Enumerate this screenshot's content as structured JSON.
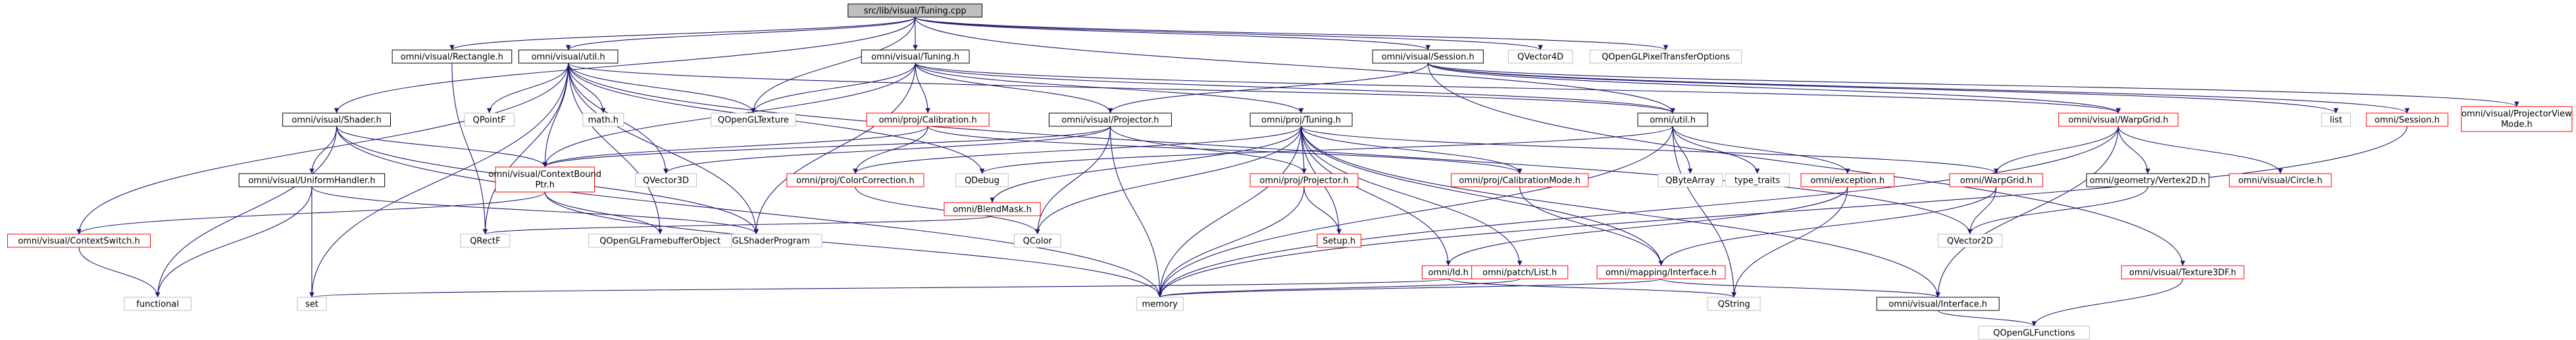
{
  "colors": {
    "root_fill": "#bfbfbf",
    "node_fill": "#ffffff",
    "node_border": "#000000",
    "missing_border": "#ff0000",
    "leaf_border": "#bfbfbf",
    "leaf_text": "#000000",
    "edge": "#191970"
  },
  "nodes": [
    {
      "id": "tuning_cpp",
      "label": "src/lib/visual/Tuning.cpp",
      "kind": "root"
    },
    {
      "id": "rect_h",
      "label": "omni/visual/Rectangle.h",
      "kind": "doc"
    },
    {
      "id": "vutil_h",
      "label": "omni/visual/util.h",
      "kind": "doc"
    },
    {
      "id": "vtuning_h",
      "label": "omni/visual/Tuning.h",
      "kind": "doc"
    },
    {
      "id": "vsession_h",
      "label": "omni/visual/Session.h",
      "kind": "doc"
    },
    {
      "id": "qvector4d",
      "label": "QVector4D",
      "kind": "leaf"
    },
    {
      "id": "qglpto",
      "label": "QOpenGLPixelTransferOptions",
      "kind": "leaf"
    },
    {
      "id": "shader_h",
      "label": "omni/visual/Shader.h",
      "kind": "doc"
    },
    {
      "id": "qpointf",
      "label": "QPointF",
      "kind": "leaf"
    },
    {
      "id": "math_h",
      "label": "math.h",
      "kind": "leaf"
    },
    {
      "id": "qgltexture",
      "label": "QOpenGLTexture",
      "kind": "leaf"
    },
    {
      "id": "calib_h",
      "label": "omni/proj/Calibration.h",
      "kind": "missing"
    },
    {
      "id": "vproj_h",
      "label": "omni/visual/Projector.h",
      "kind": "doc"
    },
    {
      "id": "ptuning_h",
      "label": "omni/proj/Tuning.h",
      "kind": "doc"
    },
    {
      "id": "util_h",
      "label": "omni/util.h",
      "kind": "doc"
    },
    {
      "id": "warpgrid_vh",
      "label": "omni/visual/WarpGrid.h",
      "kind": "missing"
    },
    {
      "id": "list",
      "label": "list",
      "kind": "leaf"
    },
    {
      "id": "session_h",
      "label": "omni/Session.h",
      "kind": "missing"
    },
    {
      "id": "pvm_h",
      "label": "omni/visual/ProjectorView Mode.h",
      "kind": "missing"
    },
    {
      "id": "uniform_h",
      "label": "omni/visual/UniformHandler.h",
      "kind": "doc"
    },
    {
      "id": "cbptr_h",
      "label": "omni/visual/ContextBound Ptr.h",
      "kind": "missing"
    },
    {
      "id": "qvector3d",
      "label": "QVector3D",
      "kind": "leaf"
    },
    {
      "id": "colorcorr_h",
      "label": "omni/proj/ColorCorrection.h",
      "kind": "missing"
    },
    {
      "id": "qdebug",
      "label": "QDebug",
      "kind": "leaf"
    },
    {
      "id": "blendmask_h",
      "label": "omni/BlendMask.h",
      "kind": "missing"
    },
    {
      "id": "projector_h",
      "label": "omni/proj/Projector.h",
      "kind": "missing"
    },
    {
      "id": "calibmode_h",
      "label": "omni/proj/CalibrationMode.h",
      "kind": "missing"
    },
    {
      "id": "qbytearray",
      "label": "QByteArray",
      "kind": "leaf"
    },
    {
      "id": "type_traits",
      "label": "type_traits",
      "kind": "leaf"
    },
    {
      "id": "exception_h",
      "label": "omni/exception.h",
      "kind": "missing"
    },
    {
      "id": "warpgrid_h",
      "label": "omni/WarpGrid.h",
      "kind": "missing"
    },
    {
      "id": "vertex2d_h",
      "label": "omni/geometry/Vertex2D.h",
      "kind": "doc"
    },
    {
      "id": "circle_h",
      "label": "omni/visual/Circle.h",
      "kind": "missing"
    },
    {
      "id": "ctxswitch_h",
      "label": "omni/visual/ContextSwitch.h",
      "kind": "missing"
    },
    {
      "id": "qglshaderprog",
      "label": "QOpenGLShaderProgram",
      "kind": "leaf"
    },
    {
      "id": "qrectf",
      "label": "QRectF",
      "kind": "leaf"
    },
    {
      "id": "qglfbo",
      "label": "QOpenGLFramebufferObject",
      "kind": "leaf"
    },
    {
      "id": "qcolor",
      "label": "QColor",
      "kind": "leaf"
    },
    {
      "id": "setup_h",
      "label": "Setup.h",
      "kind": "missing"
    },
    {
      "id": "id_h",
      "label": "omni/Id.h",
      "kind": "missing"
    },
    {
      "id": "patchlist_h",
      "label": "omni/patch/List.h",
      "kind": "missing"
    },
    {
      "id": "mapiface_h",
      "label": "omni/mapping/Interface.h",
      "kind": "missing"
    },
    {
      "id": "qvector2d",
      "label": "QVector2D",
      "kind": "leaf"
    },
    {
      "id": "texture3df_h",
      "label": "omni/visual/Texture3DF.h",
      "kind": "missing"
    },
    {
      "id": "functional",
      "label": "functional",
      "kind": "leaf"
    },
    {
      "id": "set",
      "label": "set",
      "kind": "leaf"
    },
    {
      "id": "memory",
      "label": "memory",
      "kind": "leaf"
    },
    {
      "id": "qstring",
      "label": "QString",
      "kind": "leaf"
    },
    {
      "id": "iface_h",
      "label": "omni/visual/Interface.h",
      "kind": "doc"
    },
    {
      "id": "qglfunctions",
      "label": "QOpenGLFunctions",
      "kind": "leaf"
    }
  ],
  "edges": [
    [
      "tuning_cpp",
      "rect_h"
    ],
    [
      "tuning_cpp",
      "vutil_h"
    ],
    [
      "tuning_cpp",
      "vtuning_h"
    ],
    [
      "tuning_cpp",
      "vsession_h"
    ],
    [
      "tuning_cpp",
      "qvector4d"
    ],
    [
      "tuning_cpp",
      "qglpto"
    ],
    [
      "tuning_cpp",
      "shader_h"
    ],
    [
      "tuning_cpp",
      "qgltexture"
    ],
    [
      "tuning_cpp",
      "util_h"
    ],
    [
      "rect_h",
      "qrectf"
    ],
    [
      "vutil_h",
      "qpointf"
    ],
    [
      "vutil_h",
      "math_h"
    ],
    [
      "vutil_h",
      "qgltexture"
    ],
    [
      "vutil_h",
      "cbptr_h"
    ],
    [
      "vutil_h",
      "qvector3d"
    ],
    [
      "vutil_h",
      "qdebug"
    ],
    [
      "vutil_h",
      "ctxswitch_h"
    ],
    [
      "vutil_h",
      "qrectf"
    ],
    [
      "vutil_h",
      "qglfbo"
    ],
    [
      "vutil_h",
      "qglshaderprog"
    ],
    [
      "vutil_h",
      "qvector2d"
    ],
    [
      "vutil_h",
      "set"
    ],
    [
      "vutil_h",
      "util_h"
    ],
    [
      "vtuning_h",
      "calib_h"
    ],
    [
      "vtuning_h",
      "vproj_h"
    ],
    [
      "vtuning_h",
      "ptuning_h"
    ],
    [
      "vtuning_h",
      "warpgrid_vh"
    ],
    [
      "vtuning_h",
      "qgltexture"
    ],
    [
      "vtuning_h",
      "cbptr_h"
    ],
    [
      "vtuning_h",
      "qglshaderprog"
    ],
    [
      "vtuning_h",
      "util_h"
    ],
    [
      "vsession_h",
      "session_h"
    ],
    [
      "vsession_h",
      "pvm_h"
    ],
    [
      "vsession_h",
      "list"
    ],
    [
      "vsession_h",
      "warpgrid_vh"
    ],
    [
      "vsession_h",
      "texture3df_h"
    ],
    [
      "vsession_h",
      "vproj_h"
    ],
    [
      "shader_h",
      "uniform_h"
    ],
    [
      "shader_h",
      "cbptr_h"
    ],
    [
      "shader_h",
      "qglshaderprog"
    ],
    [
      "shader_h",
      "functional"
    ],
    [
      "shader_h",
      "memory"
    ],
    [
      "calib_h",
      "colorcorr_h"
    ],
    [
      "calib_h",
      "calibmode_h"
    ],
    [
      "calib_h",
      "cbptr_h"
    ],
    [
      "vproj_h",
      "projector_h"
    ],
    [
      "vproj_h",
      "qcolor"
    ],
    [
      "vproj_h",
      "memory"
    ],
    [
      "vproj_h",
      "qvector3d"
    ],
    [
      "vproj_h",
      "cbptr_h"
    ],
    [
      "ptuning_h",
      "blendmask_h"
    ],
    [
      "ptuning_h",
      "projector_h"
    ],
    [
      "ptuning_h",
      "calibmode_h"
    ],
    [
      "ptuning_h",
      "colorcorr_h"
    ],
    [
      "ptuning_h",
      "warpgrid_h"
    ],
    [
      "ptuning_h",
      "setup_h"
    ],
    [
      "ptuning_h",
      "id_h"
    ],
    [
      "ptuning_h",
      "patchlist_h"
    ],
    [
      "ptuning_h",
      "mapiface_h"
    ],
    [
      "ptuning_h",
      "qcolor"
    ],
    [
      "ptuning_h",
      "memory"
    ],
    [
      "ptuning_h",
      "iface_h"
    ],
    [
      "util_h",
      "qbytearray"
    ],
    [
      "util_h",
      "type_traits"
    ],
    [
      "util_h",
      "exception_h"
    ],
    [
      "util_h",
      "qstring"
    ],
    [
      "util_h",
      "memory"
    ],
    [
      "util_h",
      "qdebug"
    ],
    [
      "warpgrid_vh",
      "warpgrid_h"
    ],
    [
      "warpgrid_vh",
      "vertex2d_h"
    ],
    [
      "warpgrid_vh",
      "circle_h"
    ],
    [
      "warpgrid_vh",
      "iface_h"
    ],
    [
      "warpgrid_vh",
      "memory"
    ],
    [
      "uniform_h",
      "qglshaderprog"
    ],
    [
      "uniform_h",
      "functional"
    ],
    [
      "uniform_h",
      "set"
    ],
    [
      "cbptr_h",
      "ctxswitch_h"
    ],
    [
      "cbptr_h",
      "memory"
    ],
    [
      "cbptr_h",
      "qglfbo"
    ],
    [
      "ctxswitch_h",
      "functional"
    ],
    [
      "colorcorr_h",
      "qcolor"
    ],
    [
      "blendmask_h",
      "qrectf"
    ],
    [
      "projector_h",
      "setup_h"
    ],
    [
      "projector_h",
      "memory"
    ],
    [
      "calibmode_h",
      "mapiface_h"
    ],
    [
      "exception_h",
      "id_h"
    ],
    [
      "exception_h",
      "qstring"
    ],
    [
      "warpgrid_h",
      "qvector2d"
    ],
    [
      "warpgrid_h",
      "mapiface_h"
    ],
    [
      "vertex2d_h",
      "qvector2d"
    ],
    [
      "id_h",
      "set"
    ],
    [
      "id_h",
      "qstring"
    ],
    [
      "patchlist_h",
      "memory"
    ],
    [
      "mapiface_h",
      "iface_h"
    ],
    [
      "mapiface_h",
      "memory"
    ],
    [
      "iface_h",
      "qglfunctions"
    ],
    [
      "texture3df_h",
      "qglfunctions"
    ],
    [
      "session_h",
      "memory"
    ]
  ]
}
